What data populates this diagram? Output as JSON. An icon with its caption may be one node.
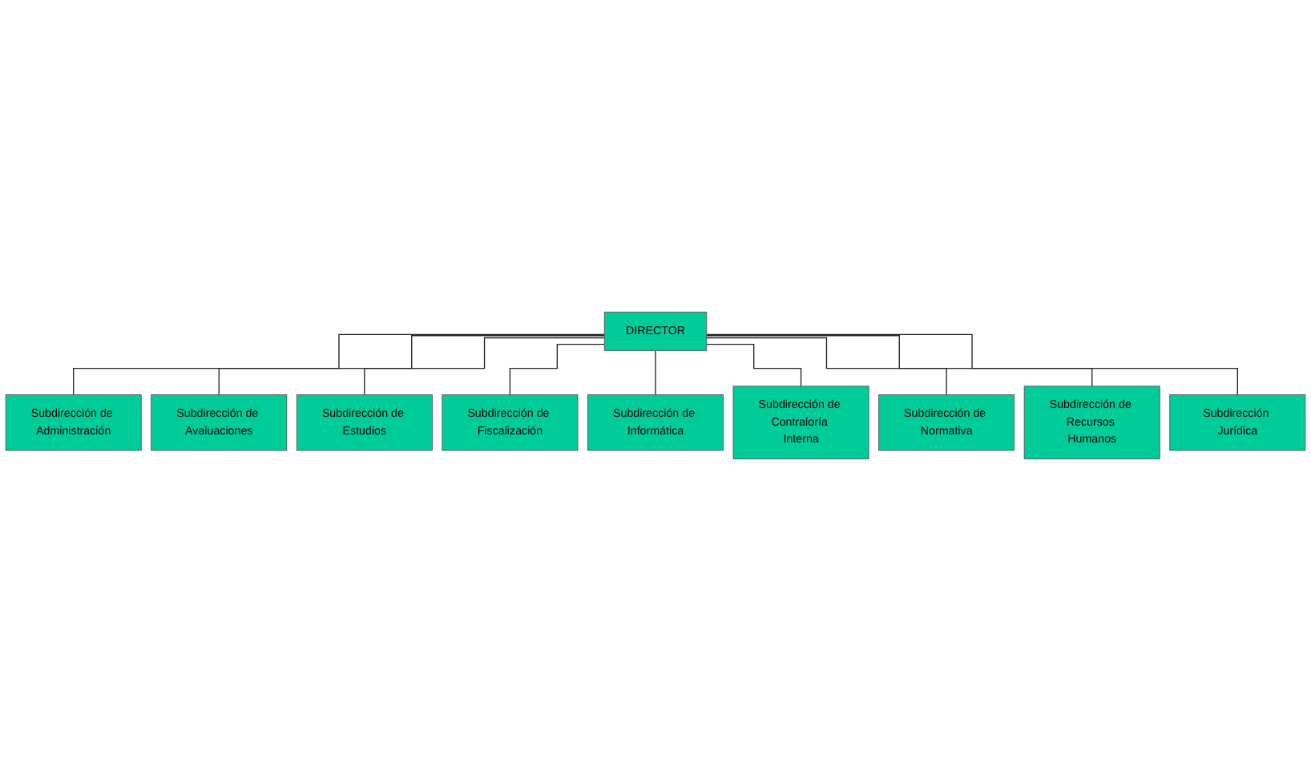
{
  "diagram": {
    "nodes": [
      {
        "text": [
          "DIRECTOR"
        ]
      },
      {
        "text": [
          "Subdirección de Administración"
        ]
      },
      {
        "text": [
          "Subdirección de Avaluaciones"
        ]
      },
      {
        "text": [
          "Subdirección de Estudios"
        ]
      },
      {
        "text": [
          "Subdirección de Fiscalización"
        ]
      },
      {
        "text": [
          "Subdirección de Informática"
        ]
      },
      {
        "text": [
          "Subdirección de Contraloría Interna"
        ]
      },
      {
        "text": [
          "Subdirección de Normativa"
        ]
      },
      {
        "text": [
          "Subdirección de Recursos Humanos"
        ]
      },
      {
        "text": [
          "Subdirección Jurídica"
        ]
      }
    ],
    "edges": [
      {
        "from": 0,
        "to": 1,
        "arrow": "none"
      },
      {
        "from": 0,
        "to": 2,
        "arrow": "none"
      },
      {
        "from": 0,
        "to": 3,
        "arrow": "none"
      },
      {
        "from": 0,
        "to": 4,
        "arrow": "none"
      },
      {
        "from": 0,
        "to": 5,
        "arrow": "none"
      },
      {
        "from": 0,
        "to": 6,
        "arrow": "none"
      },
      {
        "from": 0,
        "to": 7,
        "arrow": "none"
      },
      {
        "from": 0,
        "to": 8,
        "arrow": "none"
      },
      {
        "from": 0,
        "to": 9,
        "arrow": "none"
      }
    ]
  }
}
